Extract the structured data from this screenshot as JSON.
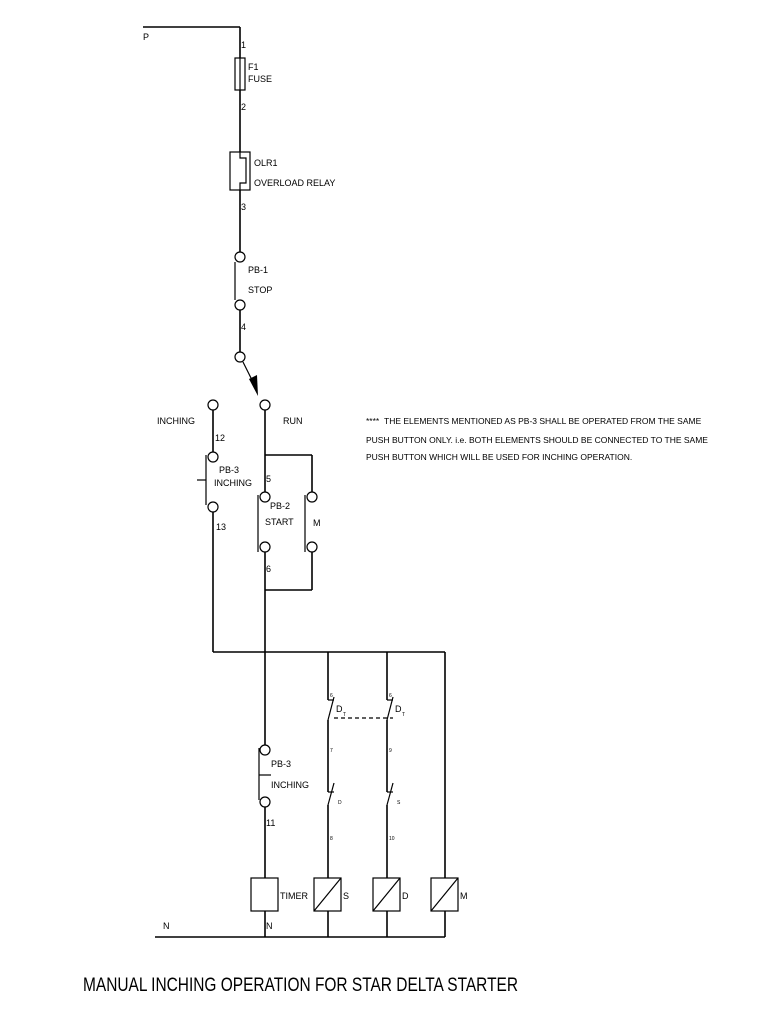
{
  "supply": {
    "phase": "P",
    "neutral": "N"
  },
  "fuse": {
    "tag": "F1",
    "name": "FUSE",
    "wire_in": "1",
    "wire_out": "2"
  },
  "overload": {
    "tag": "OLR1",
    "name": "OVERLOAD RELAY",
    "wire_out": "3"
  },
  "stop_button": {
    "tag": "PB-1",
    "name": "STOP",
    "wire_out": "4"
  },
  "selector": {
    "inching": "INCHING",
    "run": "RUN"
  },
  "inching_button_top": {
    "tag": "PB-3",
    "name": "INCHING",
    "wire_in": "12",
    "wire_out": "13"
  },
  "start_button": {
    "tag": "PB-2",
    "name": "START",
    "wire_in": "5",
    "wire_out": "6",
    "holding_contact": "M"
  },
  "inching_button_bottom": {
    "tag": "PB-3",
    "name": "INCHING",
    "wire_out": "11"
  },
  "interlock": {
    "contact_left": {
      "tag": "D",
      "sub": "T",
      "wire_in": "6",
      "wire_out": "7"
    },
    "contact_right": {
      "tag": "D",
      "sub": "T",
      "wire_in": "6",
      "wire_out": "9"
    },
    "nc_left": {
      "tag": "D",
      "wire_out": "8"
    },
    "nc_right": {
      "tag": "S",
      "wire_out": "10"
    }
  },
  "coils": {
    "timer": "TIMER",
    "star": "S",
    "delta": "D",
    "main": "M",
    "neutral_label": "N"
  },
  "note": {
    "marker": "****",
    "lines": [
      "THE ELEMENTS MENTIONED AS PB-3 SHALL BE OPERATED FROM THE SAME",
      "PUSH BUTTON ONLY. i.e. BOTH ELEMENTS SHOULD BE CONNECTED TO THE SAME",
      "PUSH BUTTON  WHICH WILL BE USED FOR INCHING OPERATION."
    ]
  },
  "title": "MANUAL INCHING OPERATION FOR STAR DELTA STARTER"
}
